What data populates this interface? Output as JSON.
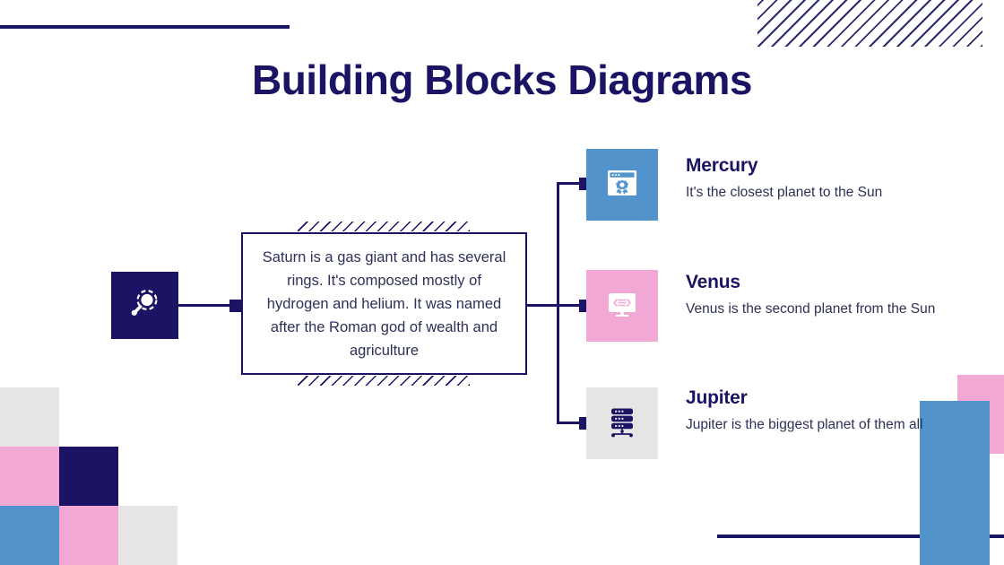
{
  "slide": {
    "title": "Building Blocks Diagrams",
    "background": "#ffffff"
  },
  "colors": {
    "navy": "#1b1464",
    "blue": "#5494cd",
    "pink": "#f2a8d4",
    "gray": "#e5e5e5",
    "text": "#2e3157"
  },
  "root": {
    "icon": "search-magnifier-icon",
    "background": "#1b1464"
  },
  "center_box": {
    "text": "Saturn is a gas giant and has several rings. It's composed mostly of hydrogen and helium. It was named after the Roman god of wealth and agriculture",
    "border_color": "#1b1464",
    "hatch_color": "#1b1464"
  },
  "items": [
    {
      "title": "Mercury",
      "description": "It's the closest planet to the Sun",
      "icon": "browser-window-gear-badge-icon",
      "icon_background": "#5494cd",
      "icon_color": "#ffffff"
    },
    {
      "title": "Venus",
      "description": "Venus is the second planet from the Sun",
      "icon": "monitor-code-icon",
      "icon_background": "#f2a8d4",
      "icon_color": "#ffffff"
    },
    {
      "title": "Jupiter",
      "description": "Jupiter is the biggest planet of them all",
      "icon": "server-network-icon",
      "icon_background": "#e5e5e5",
      "icon_color": "#1b1464"
    }
  ],
  "decorations": {
    "top_left_rule": "#1b1464",
    "bottom_right_rule": "#1b1464",
    "top_right_hatch": "#2a2a6e",
    "checker_cells": [
      "#e5e5e5",
      "",
      "",
      "#f2a8d4",
      "#1b1464",
      "",
      "#5494cd",
      "#f2a8d4",
      "#e5e5e5"
    ],
    "bottom_right_pink": "#f2a8d4",
    "bottom_right_blue": "#5494cd"
  }
}
